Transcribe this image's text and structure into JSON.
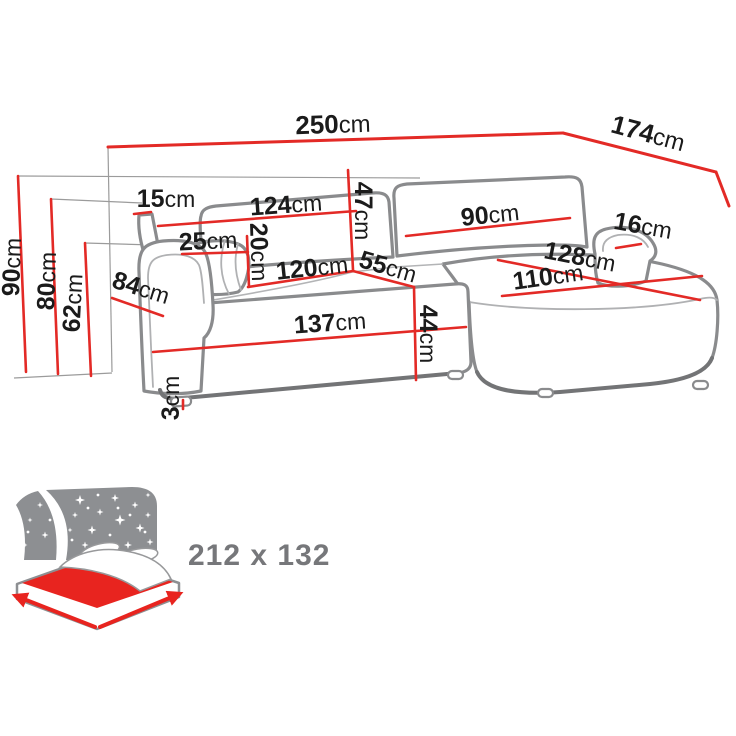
{
  "diagram_type": "corner-sofa dimension drawing",
  "unit_default": "cm",
  "dimensions": {
    "total_width": {
      "value": "250",
      "unit": "cm"
    },
    "total_depth": {
      "value": "174",
      "unit": "cm"
    },
    "backrest_top_width": {
      "value": "15",
      "unit": "cm"
    },
    "backrest_left_width": {
      "value": "124",
      "unit": "cm"
    },
    "backrest_height": {
      "value": "47",
      "unit": "cm"
    },
    "backrest_right_width": {
      "value": "90",
      "unit": "cm"
    },
    "side_wing_width": {
      "value": "16",
      "unit": "cm"
    },
    "cushion_width": {
      "value": "25",
      "unit": "cm"
    },
    "cushion_height": {
      "value": "20",
      "unit": "cm"
    },
    "seat_back_width": {
      "value": "120",
      "unit": "cm"
    },
    "corner_seat_width": {
      "value": "55",
      "unit": "cm"
    },
    "chaise_length": {
      "value": "128",
      "unit": "cm"
    },
    "chaise_width": {
      "value": "110",
      "unit": "cm"
    },
    "armrest_depth": {
      "value": "84",
      "unit": "cm"
    },
    "total_height": {
      "value": "90",
      "unit": "cm"
    },
    "armrest_height": {
      "value": "80",
      "unit": "cm"
    },
    "seat_back_height": {
      "value": "62",
      "unit": "cm"
    },
    "seat_front_width": {
      "value": "137",
      "unit": "cm"
    },
    "seat_front_height": {
      "value": "44",
      "unit": "cm"
    },
    "leg_height": {
      "value": "3",
      "unit": "cm"
    }
  },
  "sleeping_area": {
    "size_label": "212 x 132"
  },
  "icons": {
    "sleeping_function": "bed-with-starry-headboard"
  },
  "colors": {
    "dimension_line": "#e32a26",
    "sofa_outline": "#8a8b8d",
    "label_text": "#1b1b1b",
    "bed_icon_gray": "#8d8f92",
    "bed_icon_red": "#e8241f",
    "bed_label_text": "#76777a",
    "background": "#ffffff"
  }
}
